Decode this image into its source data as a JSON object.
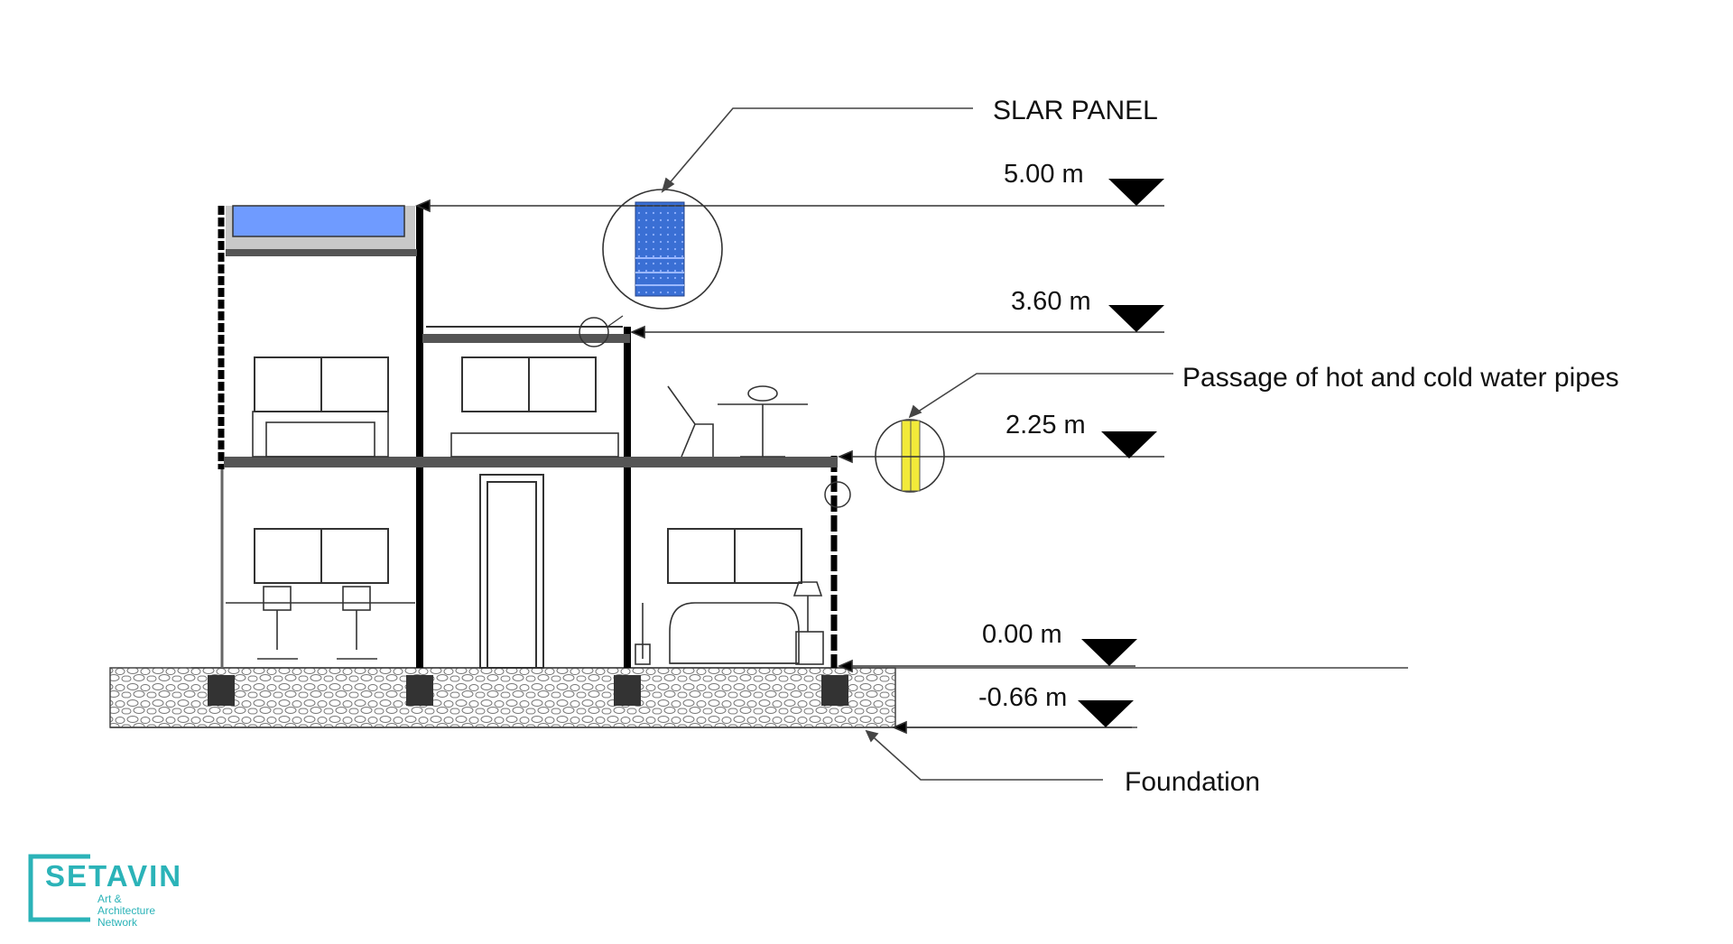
{
  "labels": {
    "solar_panel": "SLAR PANEL",
    "water_pipes": "Passage of hot and cold water pipes",
    "foundation": "Foundation"
  },
  "levels": [
    {
      "text": "5.00 m"
    },
    {
      "text": "3.60 m"
    },
    {
      "text": "2.25 m"
    },
    {
      "text": "0.00 m"
    },
    {
      "text": "-0.66 m"
    }
  ],
  "logo": {
    "brand": "SETAVIN",
    "tagline_1": "Art &",
    "tagline_2": "Architecture",
    "tagline_3": "Network"
  },
  "colors": {
    "solar_blue": "#6f9bff",
    "panel_blue": "#3a6fd4",
    "pipe_yellow": "#f2ea3a",
    "logo_teal": "#2bb3b8",
    "structure": "#000000"
  }
}
